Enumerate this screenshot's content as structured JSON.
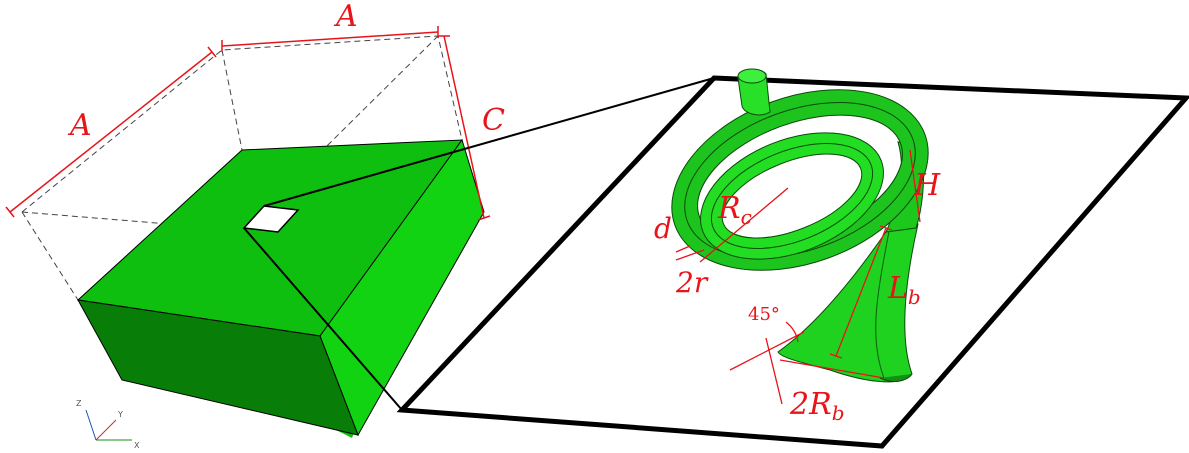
{
  "labels": {
    "box_width_top": "A",
    "box_depth_left": "A",
    "box_height": "C",
    "height_H": "H",
    "coil_radius": "Rc",
    "coil_radius_main": "R",
    "coil_radius_sub": "c",
    "rod_diameter": "d",
    "ring_radius": "2r",
    "base_length": "Lb",
    "base_length_main": "L",
    "base_length_sub": "b",
    "angle": "45°",
    "base_radius": "2Rb",
    "base_radius_main": "2R",
    "base_radius_sub": "b"
  },
  "axes": {
    "x": "X",
    "y": "Y",
    "z": "Z"
  },
  "colors": {
    "green_top": "#0fbf0f",
    "green_front": "#079a07",
    "green_right": "#12d312",
    "green_coil": "#22dd22",
    "dimension_red": "#e8141a",
    "outline": "#000000"
  }
}
